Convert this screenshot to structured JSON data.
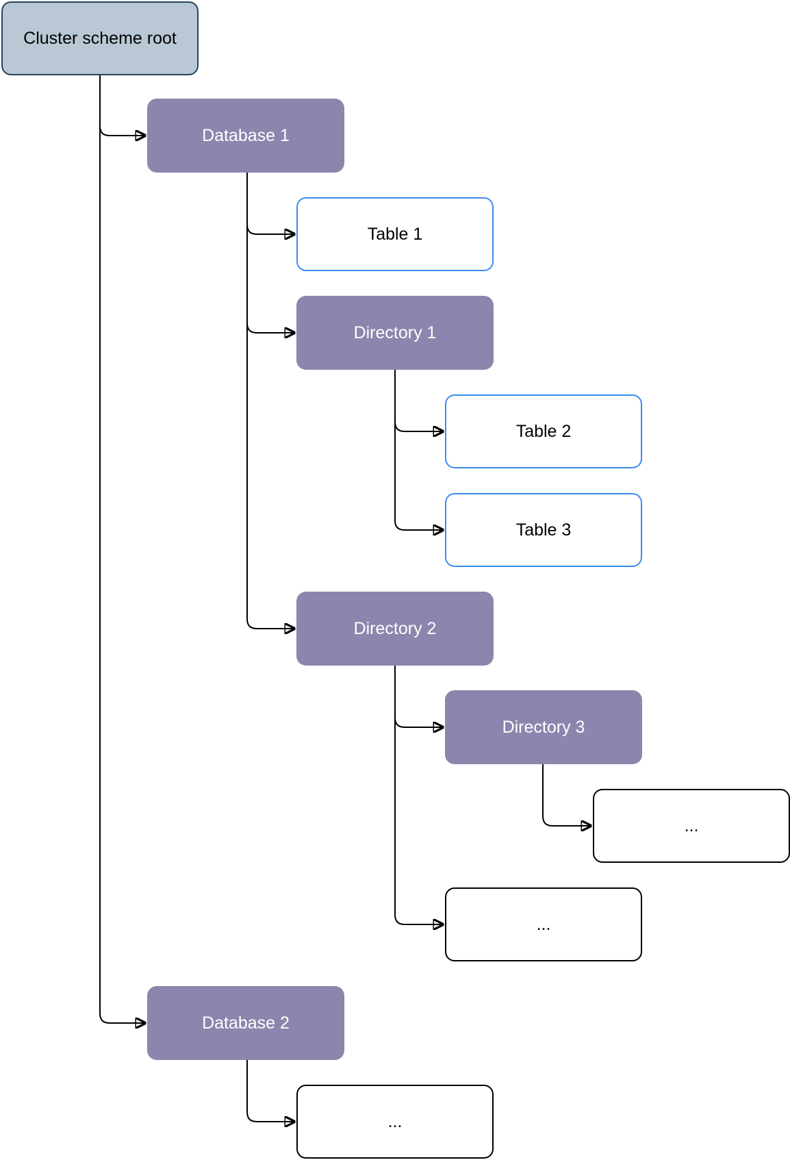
{
  "diagram": {
    "type": "tree",
    "nodes": [
      {
        "id": "root",
        "label": "Cluster scheme root",
        "kind": "root",
        "parent": null
      },
      {
        "id": "database-1",
        "label": "Database 1",
        "kind": "directory",
        "parent": "root"
      },
      {
        "id": "table-1",
        "label": "Table 1",
        "kind": "table",
        "parent": "database-1"
      },
      {
        "id": "directory-1",
        "label": "Directory 1",
        "kind": "directory",
        "parent": "database-1"
      },
      {
        "id": "table-2",
        "label": "Table 2",
        "kind": "table",
        "parent": "directory-1"
      },
      {
        "id": "table-3",
        "label": "Table 3",
        "kind": "table",
        "parent": "directory-1"
      },
      {
        "id": "directory-2",
        "label": "Directory 2",
        "kind": "directory",
        "parent": "database-1"
      },
      {
        "id": "directory-3",
        "label": "Directory 3",
        "kind": "directory",
        "parent": "directory-2"
      },
      {
        "id": "ellipsis-1",
        "label": "...",
        "kind": "placeholder",
        "parent": "directory-3"
      },
      {
        "id": "ellipsis-2",
        "label": "...",
        "kind": "placeholder",
        "parent": "directory-2"
      },
      {
        "id": "database-2",
        "label": "Database 2",
        "kind": "directory",
        "parent": "root"
      },
      {
        "id": "ellipsis-3",
        "label": "...",
        "kind": "placeholder",
        "parent": "database-2"
      }
    ],
    "colors": {
      "root_fill": "#B9C8D4",
      "root_border": "#23445D",
      "directory_fill": "#8C85AD",
      "directory_text": "#FFFFFF",
      "table_border": "#3B8CF2",
      "placeholder_border": "#000000",
      "connector": "#000000"
    }
  }
}
